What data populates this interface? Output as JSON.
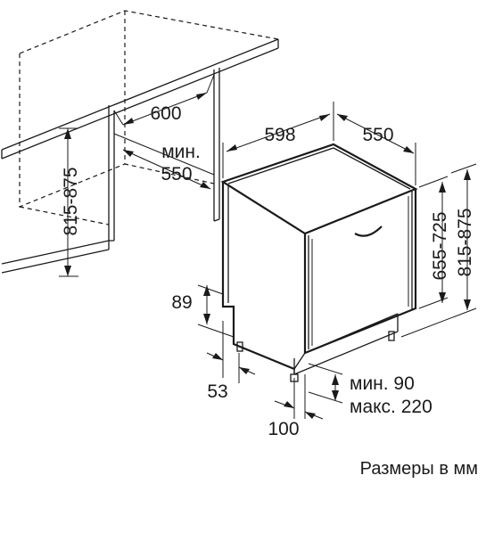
{
  "dimensions": {
    "niche_width": "600",
    "niche_depth_min_label": "мин.",
    "niche_depth_min_value": "550",
    "niche_height": "815-875",
    "appliance_width": "598",
    "appliance_depth": "550",
    "door_height": "655-725",
    "appliance_height": "815-875",
    "plinth_height": "89",
    "foot_offset": "53",
    "plinth_depth": "100",
    "plinth_gap_min": "мин. 90",
    "plinth_gap_max": "макс. 220"
  },
  "caption": "Размеры в мм",
  "colors": {
    "line": "#1a1a1a",
    "background": "#ffffff"
  }
}
